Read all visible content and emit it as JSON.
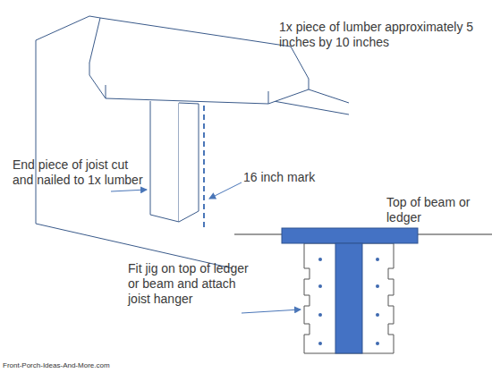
{
  "diagram": {
    "labels": [
      "1x piece of lumber approximately 5 inches by 10 inches",
      "End piece of joist cut and nailed to 1x lumber",
      "16 inch mark",
      "Top of beam or ledger",
      "Fit jig on top of ledger or beam and attach joist hanger",
      "Front-Porch-Ideas-And-More.com"
    ]
  }
}
